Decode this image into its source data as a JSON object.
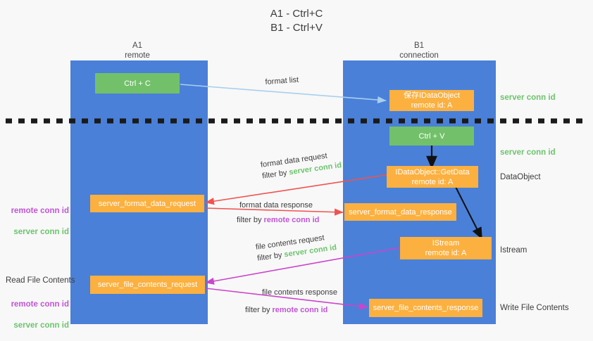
{
  "title": "A1 - Ctrl+C\nB1 - Ctrl+V",
  "lanes": [
    {
      "name": "a1",
      "header": "A1\nremote"
    },
    {
      "name": "b1",
      "header": "B1\nconnection"
    }
  ],
  "nodes": {
    "ctrl_c": "Ctrl + C",
    "save_idataobject": "保存IDataObject\nremote id: A",
    "ctrl_v": "Ctrl + V",
    "getdata": "IDataObject::GetData\nremote id: A",
    "istream": "IStream\nremote id: A",
    "server_format_data_request": "server_format_data_request",
    "server_format_data_response": "server_format_data_response",
    "server_file_contents_request": "server_file_contents_request",
    "server_file_contents_response": "server_file_contents_response"
  },
  "edges": {
    "format_list": "format list",
    "format_data_request": "format data request",
    "format_data_request_filter_prefix": "filter by ",
    "format_data_request_filter_key": "server conn id",
    "format_data_response": "format data response",
    "format_data_response_filter_prefix": "filter by ",
    "format_data_response_filter_key": "remote conn id",
    "file_contents_request": "file contents request",
    "file_contents_request_filter_prefix": "filter by ",
    "file_contents_request_filter_key": "server conn id",
    "file_contents_response": "file contents response",
    "file_contents_response_filter_prefix": "filter by ",
    "file_contents_response_filter_key": "remote conn id"
  },
  "right_labels": {
    "server_conn_id_top": "server conn id",
    "server_conn_id_mid": "server conn id",
    "dataobject": "DataObject",
    "istream": "Istream",
    "write_file_contents": "Write File Contents"
  },
  "left_labels": {
    "remote_conn_id_upper": "remote conn id",
    "server_conn_id_upper": "server conn id",
    "read_file_contents": "Read File Contents",
    "remote_conn_id_lower": "remote conn id",
    "server_conn_id_lower": "server conn id"
  },
  "colors": {
    "lane": "#4a80d8",
    "green_node": "#72c16a",
    "orange_node": "#fbb040",
    "server_conn_id": "#6cc46c",
    "remote_conn_id": "#c155d6",
    "format_list_arrow": "#a8cfee",
    "format_data_arrow": "#ef5350",
    "file_contents_arrow": "#cc44cc",
    "flow_arrow": "#000000",
    "background": "#f8f8f8",
    "divider": "#1a1a1a"
  }
}
